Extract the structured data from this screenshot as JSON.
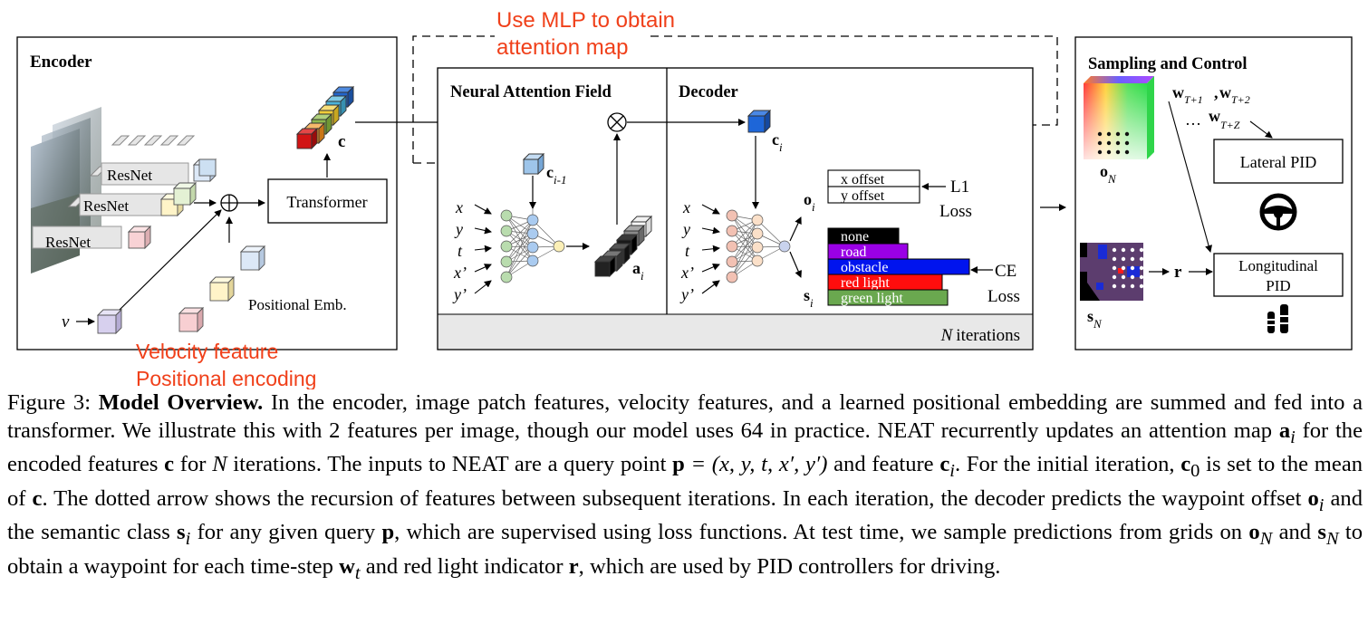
{
  "annotations": {
    "mlp_line1": "Use MLP to obtain",
    "mlp_line2": "attention map",
    "velocity": "Velocity feature",
    "positional": "Positional encoding"
  },
  "encoder": {
    "title": "Encoder",
    "resnet_labels": [
      "ResNet",
      "ResNet",
      "ResNet"
    ],
    "transformer": "Transformer",
    "positional_emb": "Positional Emb.",
    "v_label": "v",
    "c_label": "c"
  },
  "naf": {
    "title": "Neural Attention Field",
    "c_prev": "c",
    "c_prev_sub": "i-1",
    "inputs": [
      "x",
      "y",
      "t",
      "x’",
      "y’"
    ],
    "a_label": "a",
    "a_sub": "i"
  },
  "decoder": {
    "title": "Decoder",
    "c_label": "c",
    "c_sub": "i",
    "inputs": [
      "x",
      "y",
      "t",
      "x’",
      "y’"
    ],
    "o_label": "o",
    "s_label": "s",
    "offsets": [
      "x offset",
      "y offset"
    ],
    "l1_loss": [
      "L1",
      "Loss"
    ],
    "classes": [
      {
        "label": "none",
        "color": "#000000"
      },
      {
        "label": "road",
        "color": "#9a00e6"
      },
      {
        "label": "obstacle",
        "color": "#0014ee"
      },
      {
        "label": "red light",
        "color": "#ff0d0d"
      },
      {
        "label": "green light",
        "color": "#6aa84f"
      }
    ],
    "ce_loss": [
      "CE",
      "Loss"
    ],
    "iterations_var": "N",
    "iterations_text": "iterations"
  },
  "sampling": {
    "title": "Sampling and Control",
    "w1": "w",
    "w1_sub": "T+1",
    "w2": "w",
    "w2_sub": "T+2",
    "dots": "…",
    "w3": "w",
    "w3_sub": "T+Z",
    "o_n": "o",
    "o_n_sub": "N",
    "s_n": "s",
    "s_n_sub": "N",
    "r_label": "r",
    "lateral": "Lateral PID",
    "longitudinal": [
      "Longitudinal",
      "PID"
    ]
  },
  "caption": {
    "fig": "Figure 3:",
    "bold": "Model Overview.",
    "t1": "In the encoder, image patch features, velocity features, and a learned positional embedding are summed and fed into a transformer. We illustrate this with 2 features per image, though our model uses 64 in practice. NEAT recurrently updates an attention map",
    "t2": "for the encoded features",
    "t3": "for",
    "t4": "iterations. The inputs to NEAT are a query point",
    "t5": "and feature",
    "t6": ". For the initial iteration,",
    "t7": "is set to the mean of",
    "t8": ". The dotted arrow shows the recursion of features between subsequent iterations. In each iteration, the decoder predicts the waypoint offset",
    "t9": "and the semantic class",
    "t10": "for any given query",
    "t11": ", which are supervised using loss functions. At test time, we sample predictions from grids on",
    "t12": "and",
    "t13": "to obtain a waypoint for each time-step",
    "t14": "and red light indicator",
    "t15": ", which are used by PID controllers for driving.",
    "m_ai": "a",
    "m_ai_sub": "i",
    "m_c": "c",
    "m_N": "N",
    "m_p": "p",
    "m_eq": "= (x, y, t, x′, y′)",
    "m_ci": "c",
    "m_ci_sub": "i",
    "m_c0": "c",
    "m_c0_sub": "0",
    "m_c2": "c",
    "m_oi": "o",
    "m_oi_sub": "i",
    "m_si": "s",
    "m_si_sub": "i",
    "m_p2": "p",
    "m_oN": "o",
    "m_oN_sub": "N",
    "m_sN": "s",
    "m_sN_sub": "N",
    "m_wt": "w",
    "m_wt_sub": "t",
    "m_r": "r"
  }
}
